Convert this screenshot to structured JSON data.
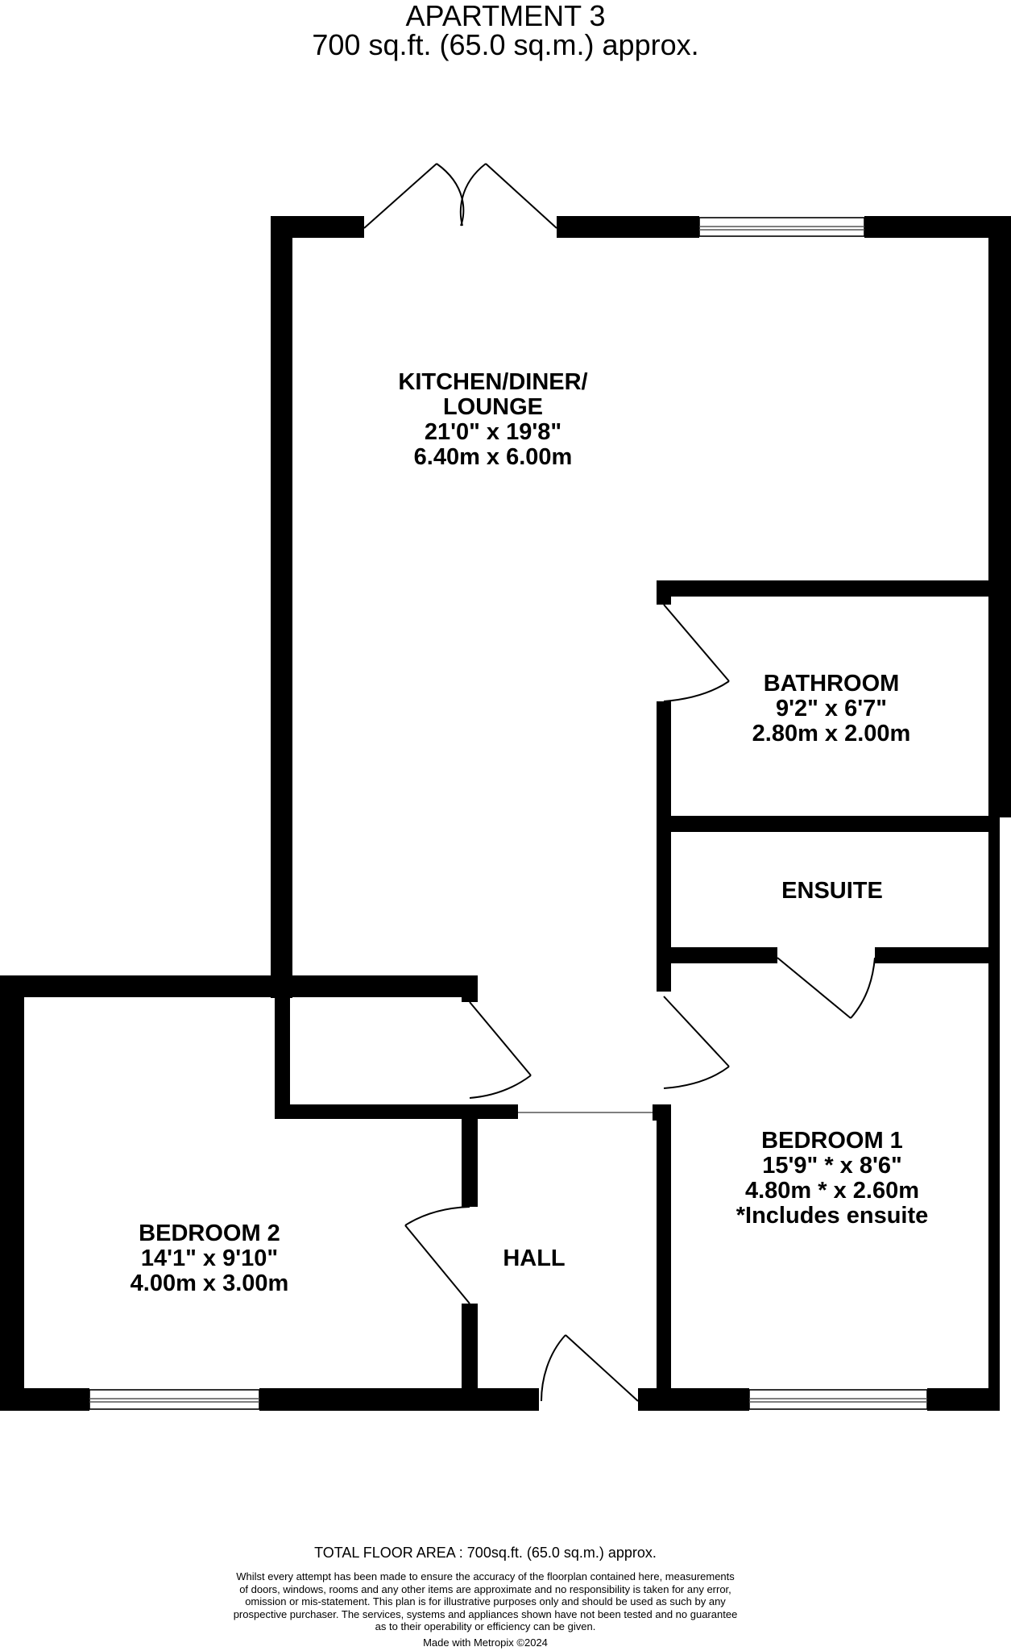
{
  "header": {
    "title": "APARTMENT 3",
    "area": "700 sq.ft. (65.0 sq.m.) approx."
  },
  "rooms": {
    "kitchen": {
      "name_line1": "KITCHEN/DINER/",
      "name_line2": "LOUNGE",
      "imperial": "21'0\"  x 19'8\"",
      "metric": "6.40m  x 6.00m"
    },
    "bathroom": {
      "name": "BATHROOM",
      "imperial": "9'2\"  x 6'7\"",
      "metric": "2.80m  x 2.00m"
    },
    "ensuite": {
      "name": "ENSUITE"
    },
    "bedroom1": {
      "name": "BEDROOM 1",
      "imperial": "15'9\" * x 8'6\"",
      "metric": "4.80m * x 2.60m",
      "note": "*Includes ensuite"
    },
    "bedroom2": {
      "name": "BEDROOM 2",
      "imperial": "14'1\"  x 9'10\"",
      "metric": "4.00m  x 3.00m"
    },
    "hall": {
      "name": "HALL"
    }
  },
  "footer": {
    "total_area": "TOTAL FLOOR AREA : 700sq.ft. (65.0 sq.m.) approx.",
    "disclaimer": [
      "Whilst every attempt has been made to ensure the accuracy of the floorplan contained here, measurements",
      "of doors, windows, rooms and any other items are approximate and no responsibility is taken for any error,",
      "omission or mis-statement. This plan is for illustrative purposes only and should be used as such by any",
      "prospective purchaser. The services, systems and appliances shown have not been tested and no guarantee",
      "as to their operability or efficiency can be given."
    ],
    "credit": "Made with Metropix ©2024"
  }
}
